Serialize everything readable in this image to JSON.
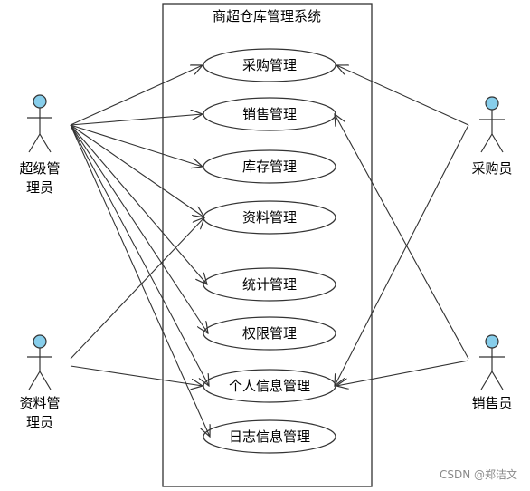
{
  "system": {
    "title": "商超仓库管理系统"
  },
  "use_cases": [
    {
      "id": "purchase",
      "label": "采购管理"
    },
    {
      "id": "sales",
      "label": "销售管理"
    },
    {
      "id": "inventory",
      "label": "库存管理"
    },
    {
      "id": "materials",
      "label": "资料管理"
    },
    {
      "id": "statistics",
      "label": "统计管理"
    },
    {
      "id": "permissions",
      "label": "权限管理"
    },
    {
      "id": "personal",
      "label": "个人信息管理"
    },
    {
      "id": "logs",
      "label": "日志信息管理"
    }
  ],
  "actors": [
    {
      "id": "super_admin",
      "label_line1": "超级管",
      "label_line2": "理员"
    },
    {
      "id": "data_admin",
      "label_line1": "资料管",
      "label_line2": "理员"
    },
    {
      "id": "purchaser",
      "label_line1": "采购员",
      "label_line2": ""
    },
    {
      "id": "salesperson",
      "label_line1": "销售员",
      "label_line2": ""
    }
  ],
  "associations": [
    {
      "from": "super_admin",
      "to": "purchase"
    },
    {
      "from": "super_admin",
      "to": "sales"
    },
    {
      "from": "super_admin",
      "to": "inventory"
    },
    {
      "from": "super_admin",
      "to": "materials"
    },
    {
      "from": "super_admin",
      "to": "statistics"
    },
    {
      "from": "super_admin",
      "to": "permissions"
    },
    {
      "from": "super_admin",
      "to": "personal"
    },
    {
      "from": "super_admin",
      "to": "logs"
    },
    {
      "from": "data_admin",
      "to": "materials"
    },
    {
      "from": "data_admin",
      "to": "personal"
    },
    {
      "from": "purchaser",
      "to": "purchase"
    },
    {
      "from": "purchaser",
      "to": "personal"
    },
    {
      "from": "salesperson",
      "to": "sales"
    },
    {
      "from": "salesperson",
      "to": "personal"
    }
  ],
  "colors": {
    "actor_head": "#87CEEB",
    "line": "#333333"
  },
  "watermark": "CSDN @郑洁文"
}
